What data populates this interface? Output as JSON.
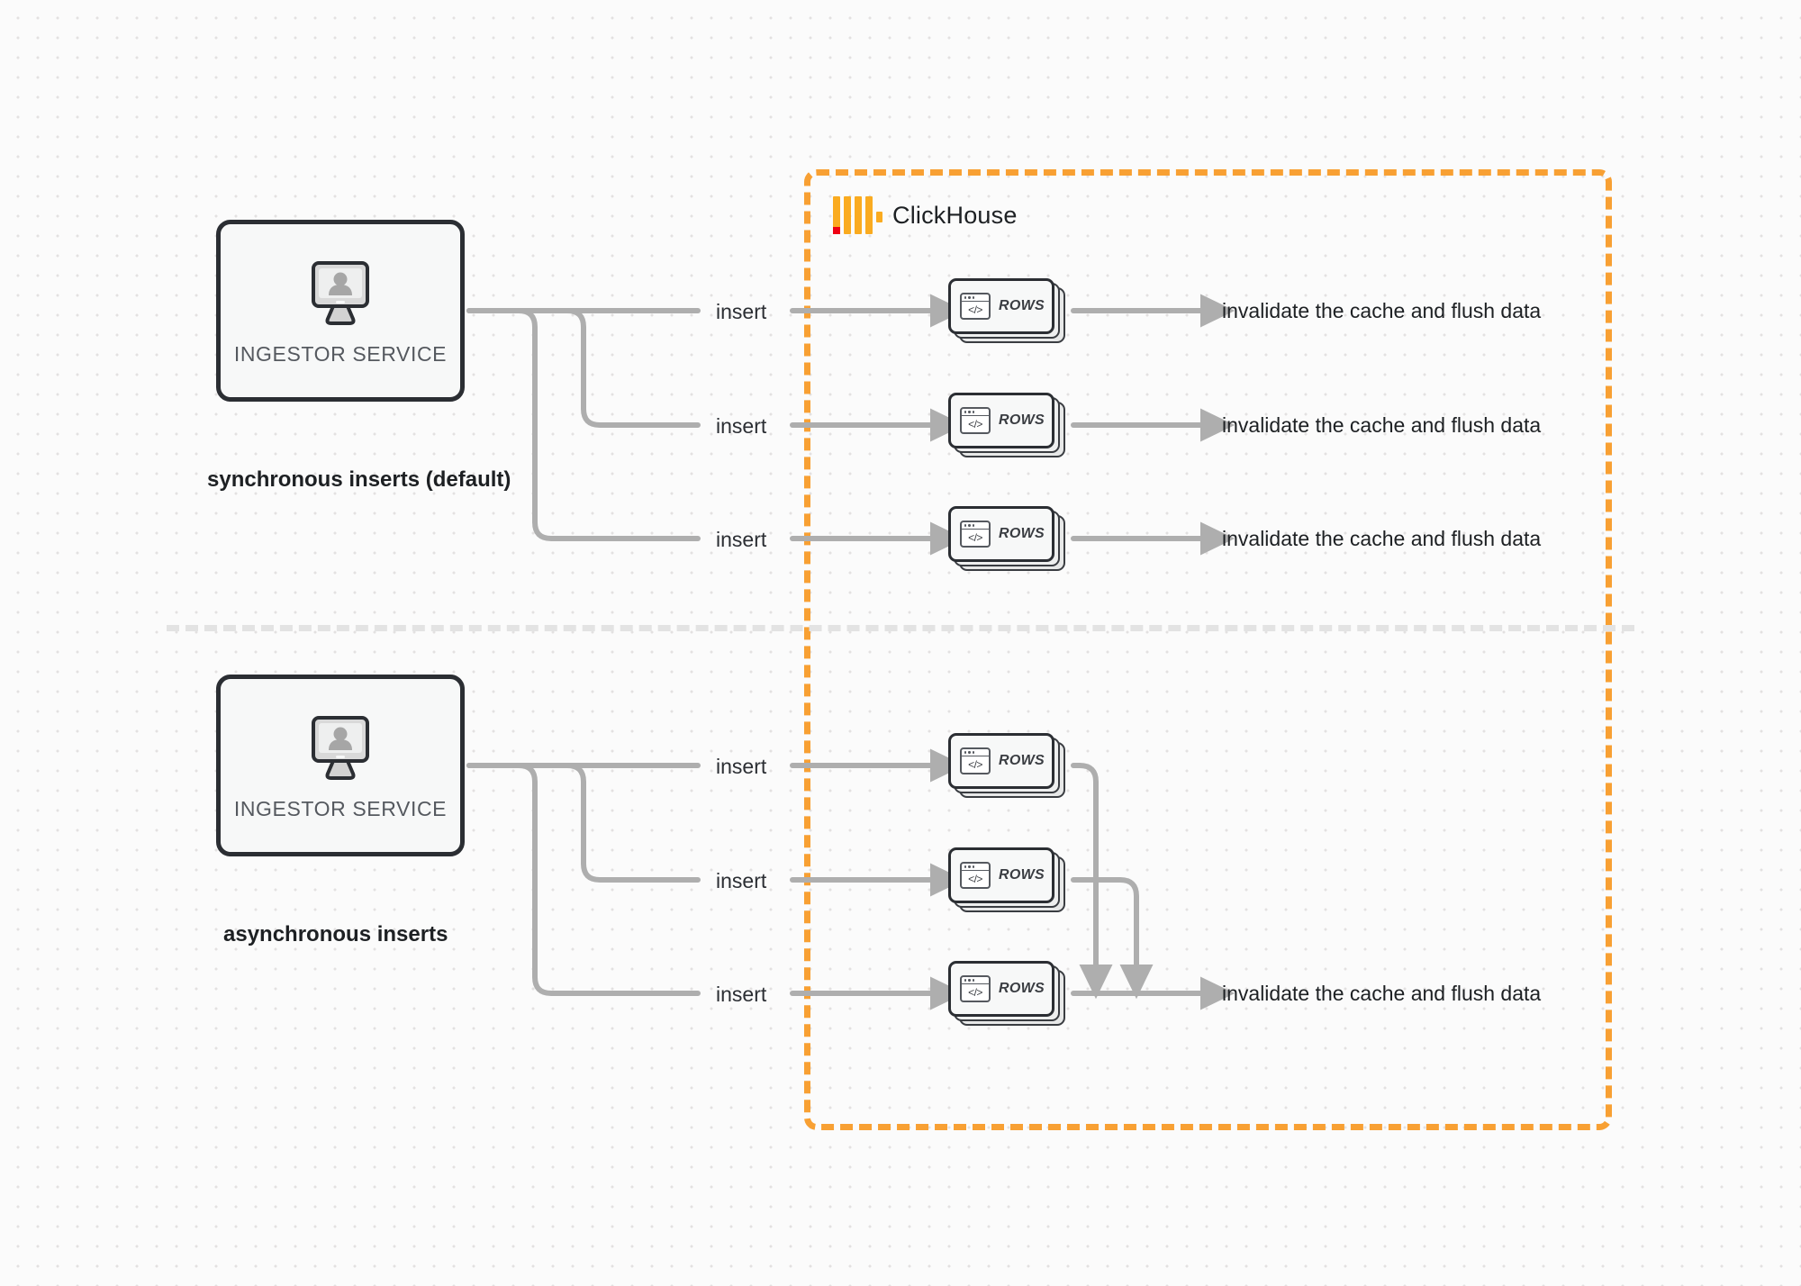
{
  "diagram": {
    "title": "ClickHouse synchronous vs asynchronous inserts",
    "background_color": "#fbfbfb",
    "accent_color": "#f8a033",
    "line_color": "#b0b0b0",
    "node_border_color": "#2b2e33"
  },
  "clickhouse_zone": {
    "brand_name": "ClickHouse",
    "logo_name": "clickhouse-logo",
    "border_style": "dashed",
    "border_color": "#f8a033"
  },
  "sections": [
    {
      "id": "synchronous",
      "caption": "synchronous inserts (default)",
      "source": {
        "label": "INGESTOR SERVICE",
        "icon": "monitor-user-icon"
      },
      "rows": [
        {
          "insert_label": "insert",
          "card_label": "ROWS",
          "result_label": "invalidate the cache and flush data"
        },
        {
          "insert_label": "insert",
          "card_label": "ROWS",
          "result_label": "invalidate the cache and flush data"
        },
        {
          "insert_label": "insert",
          "card_label": "ROWS",
          "result_label": "invalidate the cache and flush data"
        }
      ]
    },
    {
      "id": "asynchronous",
      "caption": "asynchronous inserts",
      "source": {
        "label": "INGESTOR SERVICE",
        "icon": "monitor-user-icon"
      },
      "rows": [
        {
          "insert_label": "insert",
          "card_label": "ROWS",
          "result_label": ""
        },
        {
          "insert_label": "insert",
          "card_label": "ROWS",
          "result_label": ""
        },
        {
          "insert_label": "insert",
          "card_label": "ROWS",
          "result_label": "invalidate the cache and flush data"
        }
      ]
    }
  ]
}
